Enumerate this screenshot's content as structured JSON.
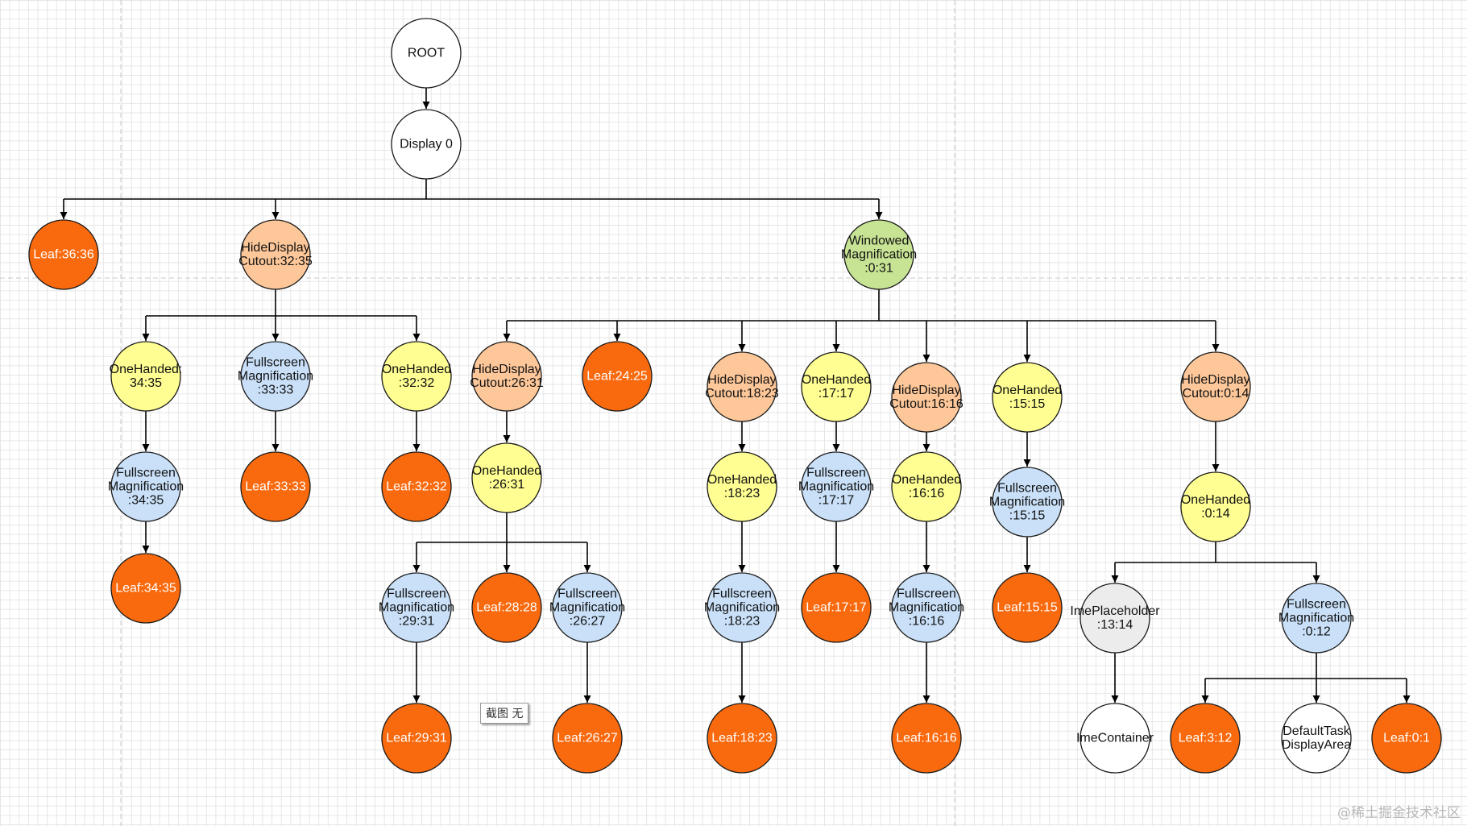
{
  "colors": {
    "leaf": "#f96a0e",
    "hide_display": "#fdc799",
    "one_handed": "#fefe92",
    "fullscreen": "#c9e0f8",
    "windowed": "#c7e394",
    "ime": "#ececec",
    "plain": "#ffffff",
    "edge": "#000000"
  },
  "nodes": [
    {
      "id": "root",
      "kind": "plain",
      "lines": [
        "ROOT"
      ],
      "parent": null
    },
    {
      "id": "display0",
      "kind": "plain",
      "lines": [
        "Display 0"
      ],
      "parent": "root"
    },
    {
      "id": "leaf_36_36",
      "kind": "leaf",
      "lines": [
        "Leaf:36:36"
      ],
      "parent": "display0"
    },
    {
      "id": "hdc_32_35",
      "kind": "hide_display",
      "lines": [
        "HideDisplay",
        "Cutout:32:35"
      ],
      "parent": "display0"
    },
    {
      "id": "wm_0_31",
      "kind": "windowed",
      "lines": [
        "Windowed",
        "Magnification",
        ":0:31"
      ],
      "parent": "display0"
    },
    {
      "id": "oh_34_35",
      "kind": "one_handed",
      "lines": [
        "OneHanded:",
        "34:35"
      ],
      "parent": "hdc_32_35"
    },
    {
      "id": "fm_33_33",
      "kind": "fullscreen",
      "lines": [
        "Fullscreen",
        "Magnification",
        ":33:33"
      ],
      "parent": "hdc_32_35"
    },
    {
      "id": "oh_32_32",
      "kind": "one_handed",
      "lines": [
        "OneHanded",
        ":32:32"
      ],
      "parent": "hdc_32_35"
    },
    {
      "id": "fm_34_35",
      "kind": "fullscreen",
      "lines": [
        "Fullscreen",
        "Magnification",
        ":34:35"
      ],
      "parent": "oh_34_35"
    },
    {
      "id": "leaf_34_35",
      "kind": "leaf",
      "lines": [
        "Leaf:34:35"
      ],
      "parent": "fm_34_35"
    },
    {
      "id": "leaf_33_33",
      "kind": "leaf",
      "lines": [
        "Leaf:33:33"
      ],
      "parent": "fm_33_33"
    },
    {
      "id": "leaf_32_32",
      "kind": "leaf",
      "lines": [
        "Leaf:32:32"
      ],
      "parent": "oh_32_32"
    },
    {
      "id": "hdc_26_31",
      "kind": "hide_display",
      "lines": [
        "HideDisplay",
        "Cutout:26:31"
      ],
      "parent": "wm_0_31"
    },
    {
      "id": "leaf_24_25",
      "kind": "leaf",
      "lines": [
        "Leaf:24:25"
      ],
      "parent": "wm_0_31"
    },
    {
      "id": "hdc_18_23",
      "kind": "hide_display",
      "lines": [
        "HideDisplay",
        "Cutout:18:23"
      ],
      "parent": "wm_0_31"
    },
    {
      "id": "oh_17_17",
      "kind": "one_handed",
      "lines": [
        "OneHanded",
        ":17:17"
      ],
      "parent": "wm_0_31"
    },
    {
      "id": "hdc_16_16",
      "kind": "hide_display",
      "lines": [
        "HideDisplay",
        "Cutout:16:16"
      ],
      "parent": "wm_0_31"
    },
    {
      "id": "oh_15_15",
      "kind": "one_handed",
      "lines": [
        "OneHanded",
        ":15:15"
      ],
      "parent": "wm_0_31"
    },
    {
      "id": "hdc_0_14",
      "kind": "hide_display",
      "lines": [
        "HideDisplay",
        "Cutout:0:14"
      ],
      "parent": "wm_0_31"
    },
    {
      "id": "oh_26_31",
      "kind": "one_handed",
      "lines": [
        "OneHanded",
        ":26:31"
      ],
      "parent": "hdc_26_31"
    },
    {
      "id": "fm_29_31",
      "kind": "fullscreen",
      "lines": [
        "Fullscreen",
        "Magnification",
        ":29:31"
      ],
      "parent": "oh_26_31"
    },
    {
      "id": "leaf_28_28",
      "kind": "leaf",
      "lines": [
        "Leaf:28:28"
      ],
      "parent": "oh_26_31"
    },
    {
      "id": "fm_26_27",
      "kind": "fullscreen",
      "lines": [
        "Fullscreen",
        "Magnification",
        ":26:27"
      ],
      "parent": "oh_26_31"
    },
    {
      "id": "leaf_29_31",
      "kind": "leaf",
      "lines": [
        "Leaf:29:31"
      ],
      "parent": "fm_29_31"
    },
    {
      "id": "leaf_26_27",
      "kind": "leaf",
      "lines": [
        "Leaf:26:27"
      ],
      "parent": "fm_26_27"
    },
    {
      "id": "oh_18_23",
      "kind": "one_handed",
      "lines": [
        "OneHanded",
        ":18:23"
      ],
      "parent": "hdc_18_23"
    },
    {
      "id": "fm_18_23",
      "kind": "fullscreen",
      "lines": [
        "Fullscreen",
        "Magnification",
        ":18:23"
      ],
      "parent": "oh_18_23"
    },
    {
      "id": "leaf_18_23",
      "kind": "leaf",
      "lines": [
        "Leaf:18:23"
      ],
      "parent": "fm_18_23"
    },
    {
      "id": "fm_17_17",
      "kind": "fullscreen",
      "lines": [
        "Fullscreen",
        "Magnification",
        ":17:17"
      ],
      "parent": "oh_17_17"
    },
    {
      "id": "leaf_17_17",
      "kind": "leaf",
      "lines": [
        "Leaf:17:17"
      ],
      "parent": "fm_17_17"
    },
    {
      "id": "oh_16_16",
      "kind": "one_handed",
      "lines": [
        "OneHanded",
        ":16:16"
      ],
      "parent": "hdc_16_16"
    },
    {
      "id": "fm_16_16",
      "kind": "fullscreen",
      "lines": [
        "Fullscreen",
        "Magnification",
        ":16:16"
      ],
      "parent": "oh_16_16"
    },
    {
      "id": "leaf_16_16",
      "kind": "leaf",
      "lines": [
        "Leaf:16:16"
      ],
      "parent": "fm_16_16"
    },
    {
      "id": "fm_15_15",
      "kind": "fullscreen",
      "lines": [
        "Fullscreen",
        "Magnification",
        ":15:15"
      ],
      "parent": "oh_15_15"
    },
    {
      "id": "leaf_15_15",
      "kind": "leaf",
      "lines": [
        "Leaf:15:15"
      ],
      "parent": "fm_15_15"
    },
    {
      "id": "oh_0_14",
      "kind": "one_handed",
      "lines": [
        "OneHanded",
        ":0:14"
      ],
      "parent": "hdc_0_14"
    },
    {
      "id": "ime_13_14",
      "kind": "ime",
      "lines": [
        "ImePlaceholder",
        ":13:14"
      ],
      "parent": "oh_0_14"
    },
    {
      "id": "fm_0_12",
      "kind": "fullscreen",
      "lines": [
        "Fullscreen",
        "Magnification",
        ":0:12"
      ],
      "parent": "oh_0_14"
    },
    {
      "id": "ime_container",
      "kind": "plain",
      "lines": [
        "ImeContainer"
      ],
      "parent": "ime_13_14"
    },
    {
      "id": "leaf_3_12",
      "kind": "leaf",
      "lines": [
        "Leaf:3:12"
      ],
      "parent": "fm_0_12"
    },
    {
      "id": "default_task",
      "kind": "plain",
      "lines": [
        "DefaultTask",
        "DisplayArea"
      ],
      "parent": "fm_0_12"
    },
    {
      "id": "leaf_0_1",
      "kind": "leaf",
      "lines": [
        "Leaf:0:1"
      ],
      "parent": "fm_0_12"
    }
  ],
  "snip_tooltip": "截图 无",
  "watermark": "@稀土掘金技术社区"
}
